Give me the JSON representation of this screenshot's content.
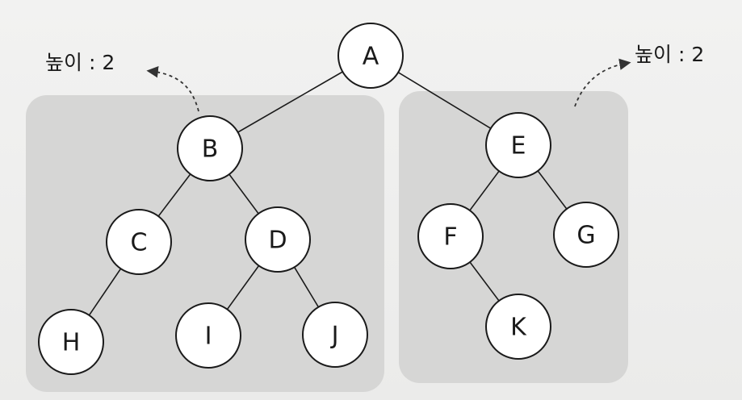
{
  "diagram": {
    "nodes": [
      {
        "id": "A",
        "label": "A"
      },
      {
        "id": "B",
        "label": "B"
      },
      {
        "id": "C",
        "label": "C"
      },
      {
        "id": "D",
        "label": "D"
      },
      {
        "id": "E",
        "label": "E"
      },
      {
        "id": "F",
        "label": "F"
      },
      {
        "id": "G",
        "label": "G"
      },
      {
        "id": "H",
        "label": "H"
      },
      {
        "id": "I",
        "label": "I"
      },
      {
        "id": "J",
        "label": "J"
      },
      {
        "id": "K",
        "label": "K"
      }
    ],
    "edges": [
      [
        "A",
        "B"
      ],
      [
        "A",
        "E"
      ],
      [
        "B",
        "C"
      ],
      [
        "B",
        "D"
      ],
      [
        "C",
        "H"
      ],
      [
        "D",
        "I"
      ],
      [
        "D",
        "J"
      ],
      [
        "E",
        "F"
      ],
      [
        "E",
        "G"
      ],
      [
        "F",
        "K"
      ]
    ],
    "left_subtree": {
      "height_label": "높이 : 2"
    },
    "right_subtree": {
      "height_label": "높이 : 2"
    }
  }
}
